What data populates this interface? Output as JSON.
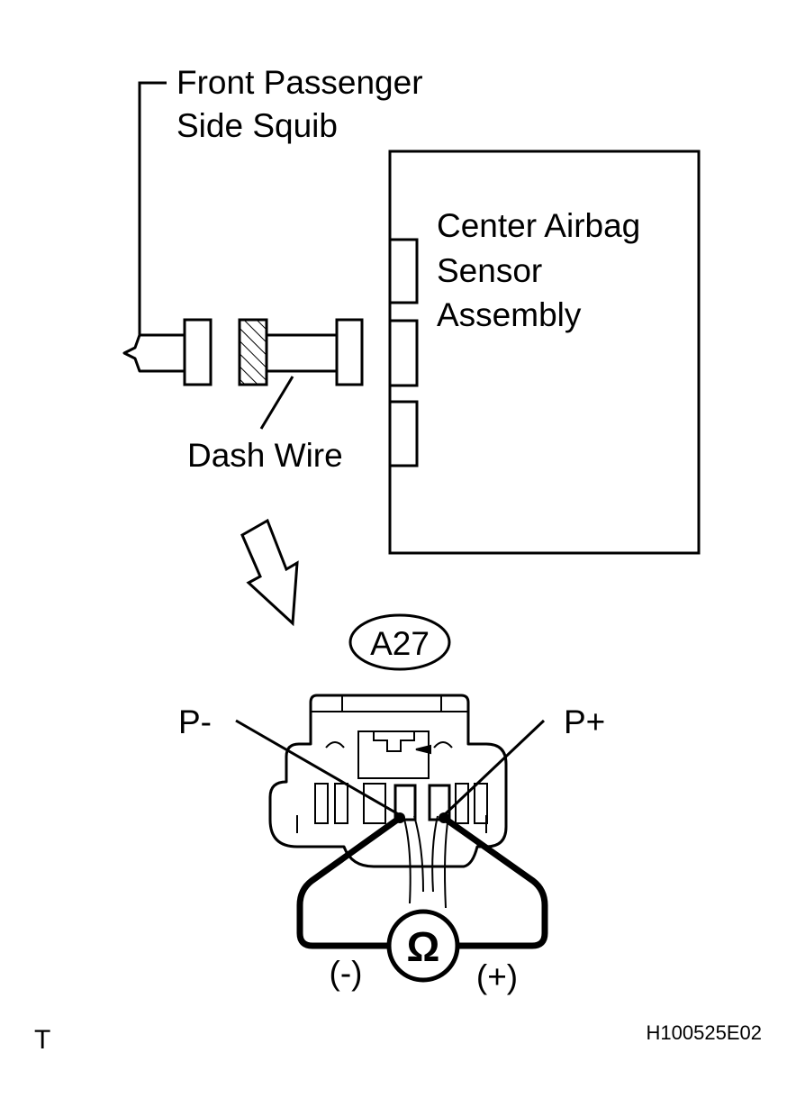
{
  "labels": {
    "squib_line1": "Front Passenger",
    "squib_line2": "Side Squib",
    "sensor_line1": "Center Airbag",
    "sensor_line2": "Sensor",
    "sensor_line3": "Assembly",
    "dash_wire": "Dash Wire",
    "connector_id": "A27",
    "terminal_minus": "P-",
    "terminal_plus": "P+",
    "ohm_symbol": "Ω",
    "probe_minus": "(-)",
    "probe_plus": "(+)",
    "corner_mark": "T",
    "figure_code": "H100525E02"
  },
  "icons": {
    "ohmmeter": "ohmmeter-icon",
    "arrow": "down-right-arrow-icon",
    "hatched_connector": "hatched-connector-icon"
  },
  "colors": {
    "line": "#000000",
    "background": "#ffffff",
    "wire_fill": "#ffffff"
  }
}
